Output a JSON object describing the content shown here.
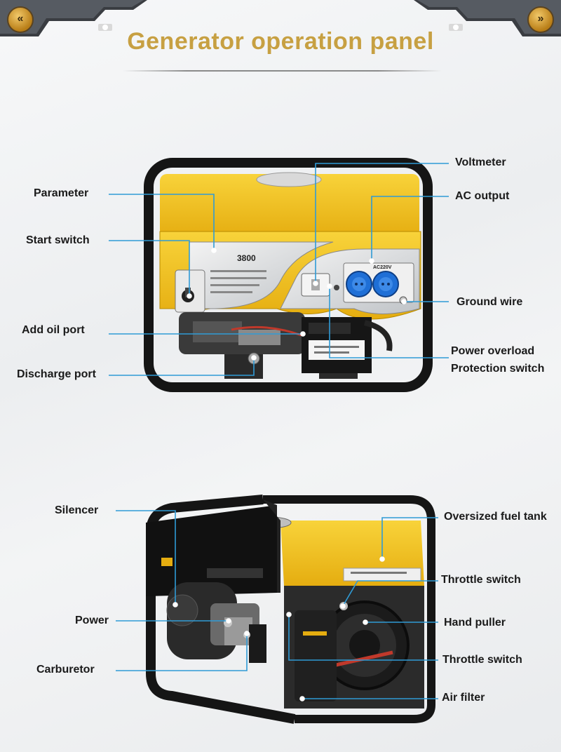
{
  "header": {
    "title": "Generator operation panel",
    "prev_icon": "double-chevron-left-icon",
    "next_icon": "double-chevron-right-icon",
    "prev_glyph": "«",
    "next_glyph": "»"
  },
  "colors": {
    "title_gold": "#c7a042",
    "callout_line": "#2f9bd6",
    "generator_yellow": "#f2c21b",
    "frame_black": "#151515"
  },
  "front_view": {
    "plate_model": "3800",
    "socket_label": "AC220V",
    "callouts": {
      "parameter": "Parameter",
      "start_switch": "Start switch",
      "add_oil_port": "Add oil port",
      "discharge_port": "Discharge port",
      "voltmeter": "Voltmeter",
      "ac_output": "AC output",
      "ground_wire": "Ground wire",
      "power_overload_line1": "Power overload",
      "power_overload_line2": "Protection switch"
    }
  },
  "rear_view": {
    "callouts": {
      "silencer": "Silencer",
      "power": "Power",
      "carburetor": "Carburetor",
      "oversized_fuel_tank": "Oversized fuel tank",
      "throttle_switch_1": "Throttle switch",
      "hand_puller": "Hand puller",
      "throttle_switch_2": "Throttle switch",
      "air_filter": "Air filter"
    }
  }
}
